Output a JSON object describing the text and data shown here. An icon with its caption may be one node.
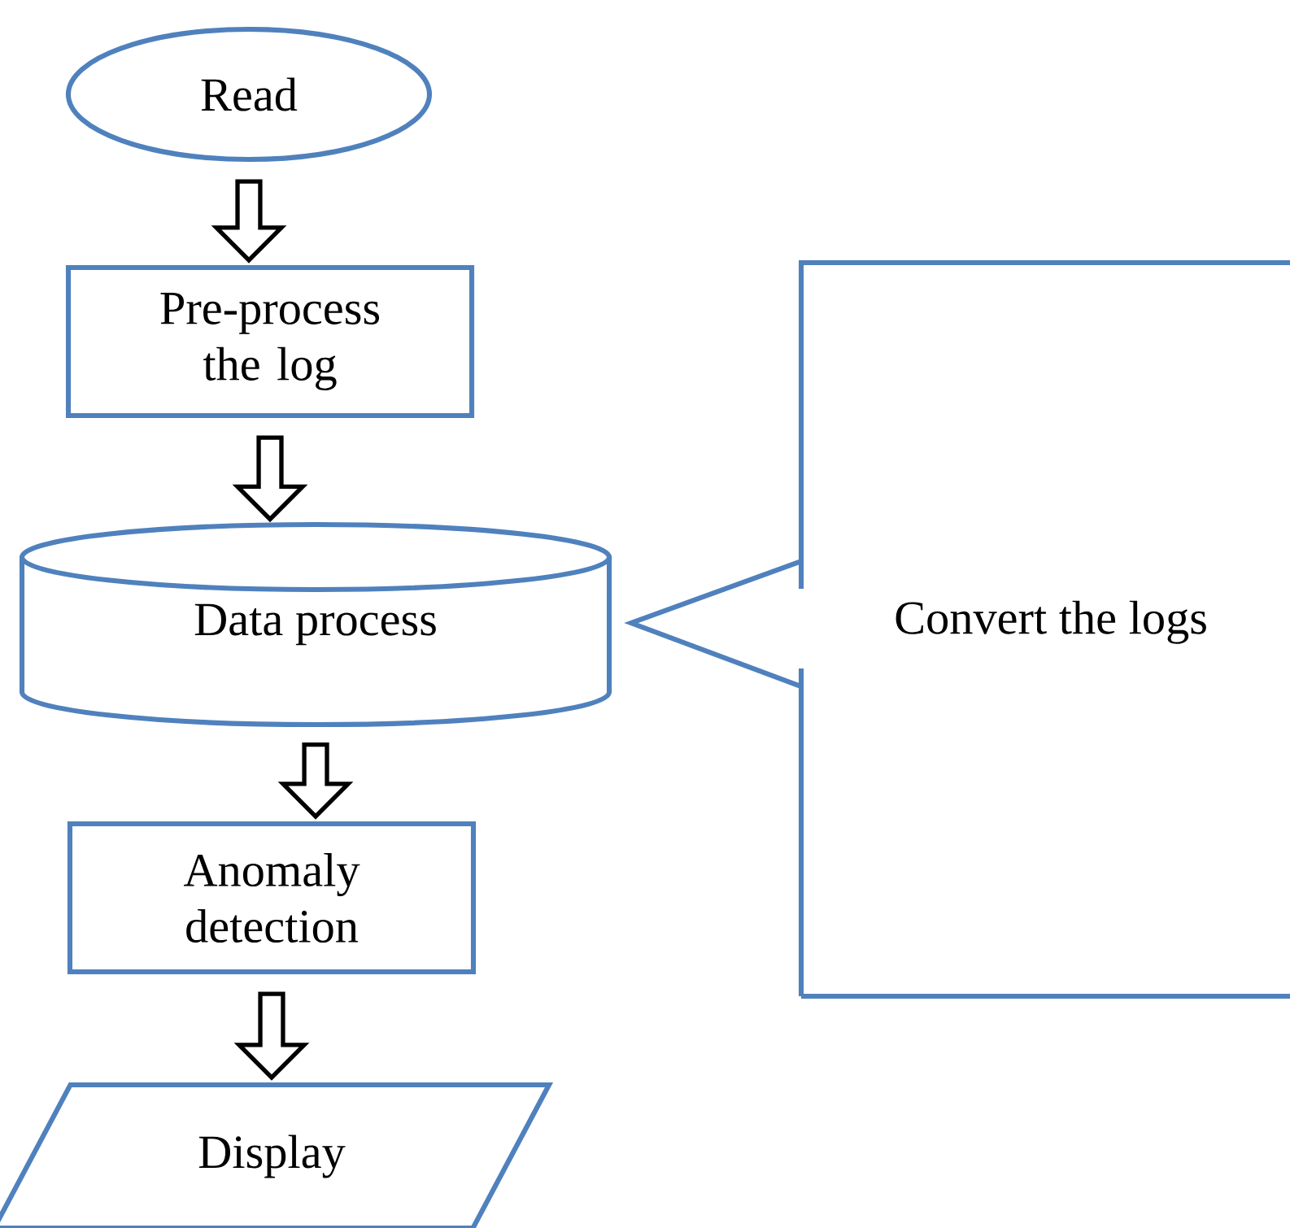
{
  "diagram": {
    "nodes": [
      {
        "text": [
          "Read"
        ]
      },
      {
        "text": [
          "Pre-process the log"
        ]
      },
      {
        "text": [
          "Data process"
        ]
      },
      {
        "text": [
          "Anomaly detection"
        ]
      },
      {
        "text": [
          "Display"
        ]
      },
      {
        "text": [
          "Convert the logs"
        ]
      }
    ],
    "edges": [
      {
        "from": 0,
        "to": 1,
        "arrow": "to"
      },
      {
        "from": 1,
        "to": 2,
        "arrow": "to"
      },
      {
        "from": 2,
        "to": 3,
        "arrow": "to"
      },
      {
        "from": 3,
        "to": 4,
        "arrow": "to"
      }
    ]
  }
}
